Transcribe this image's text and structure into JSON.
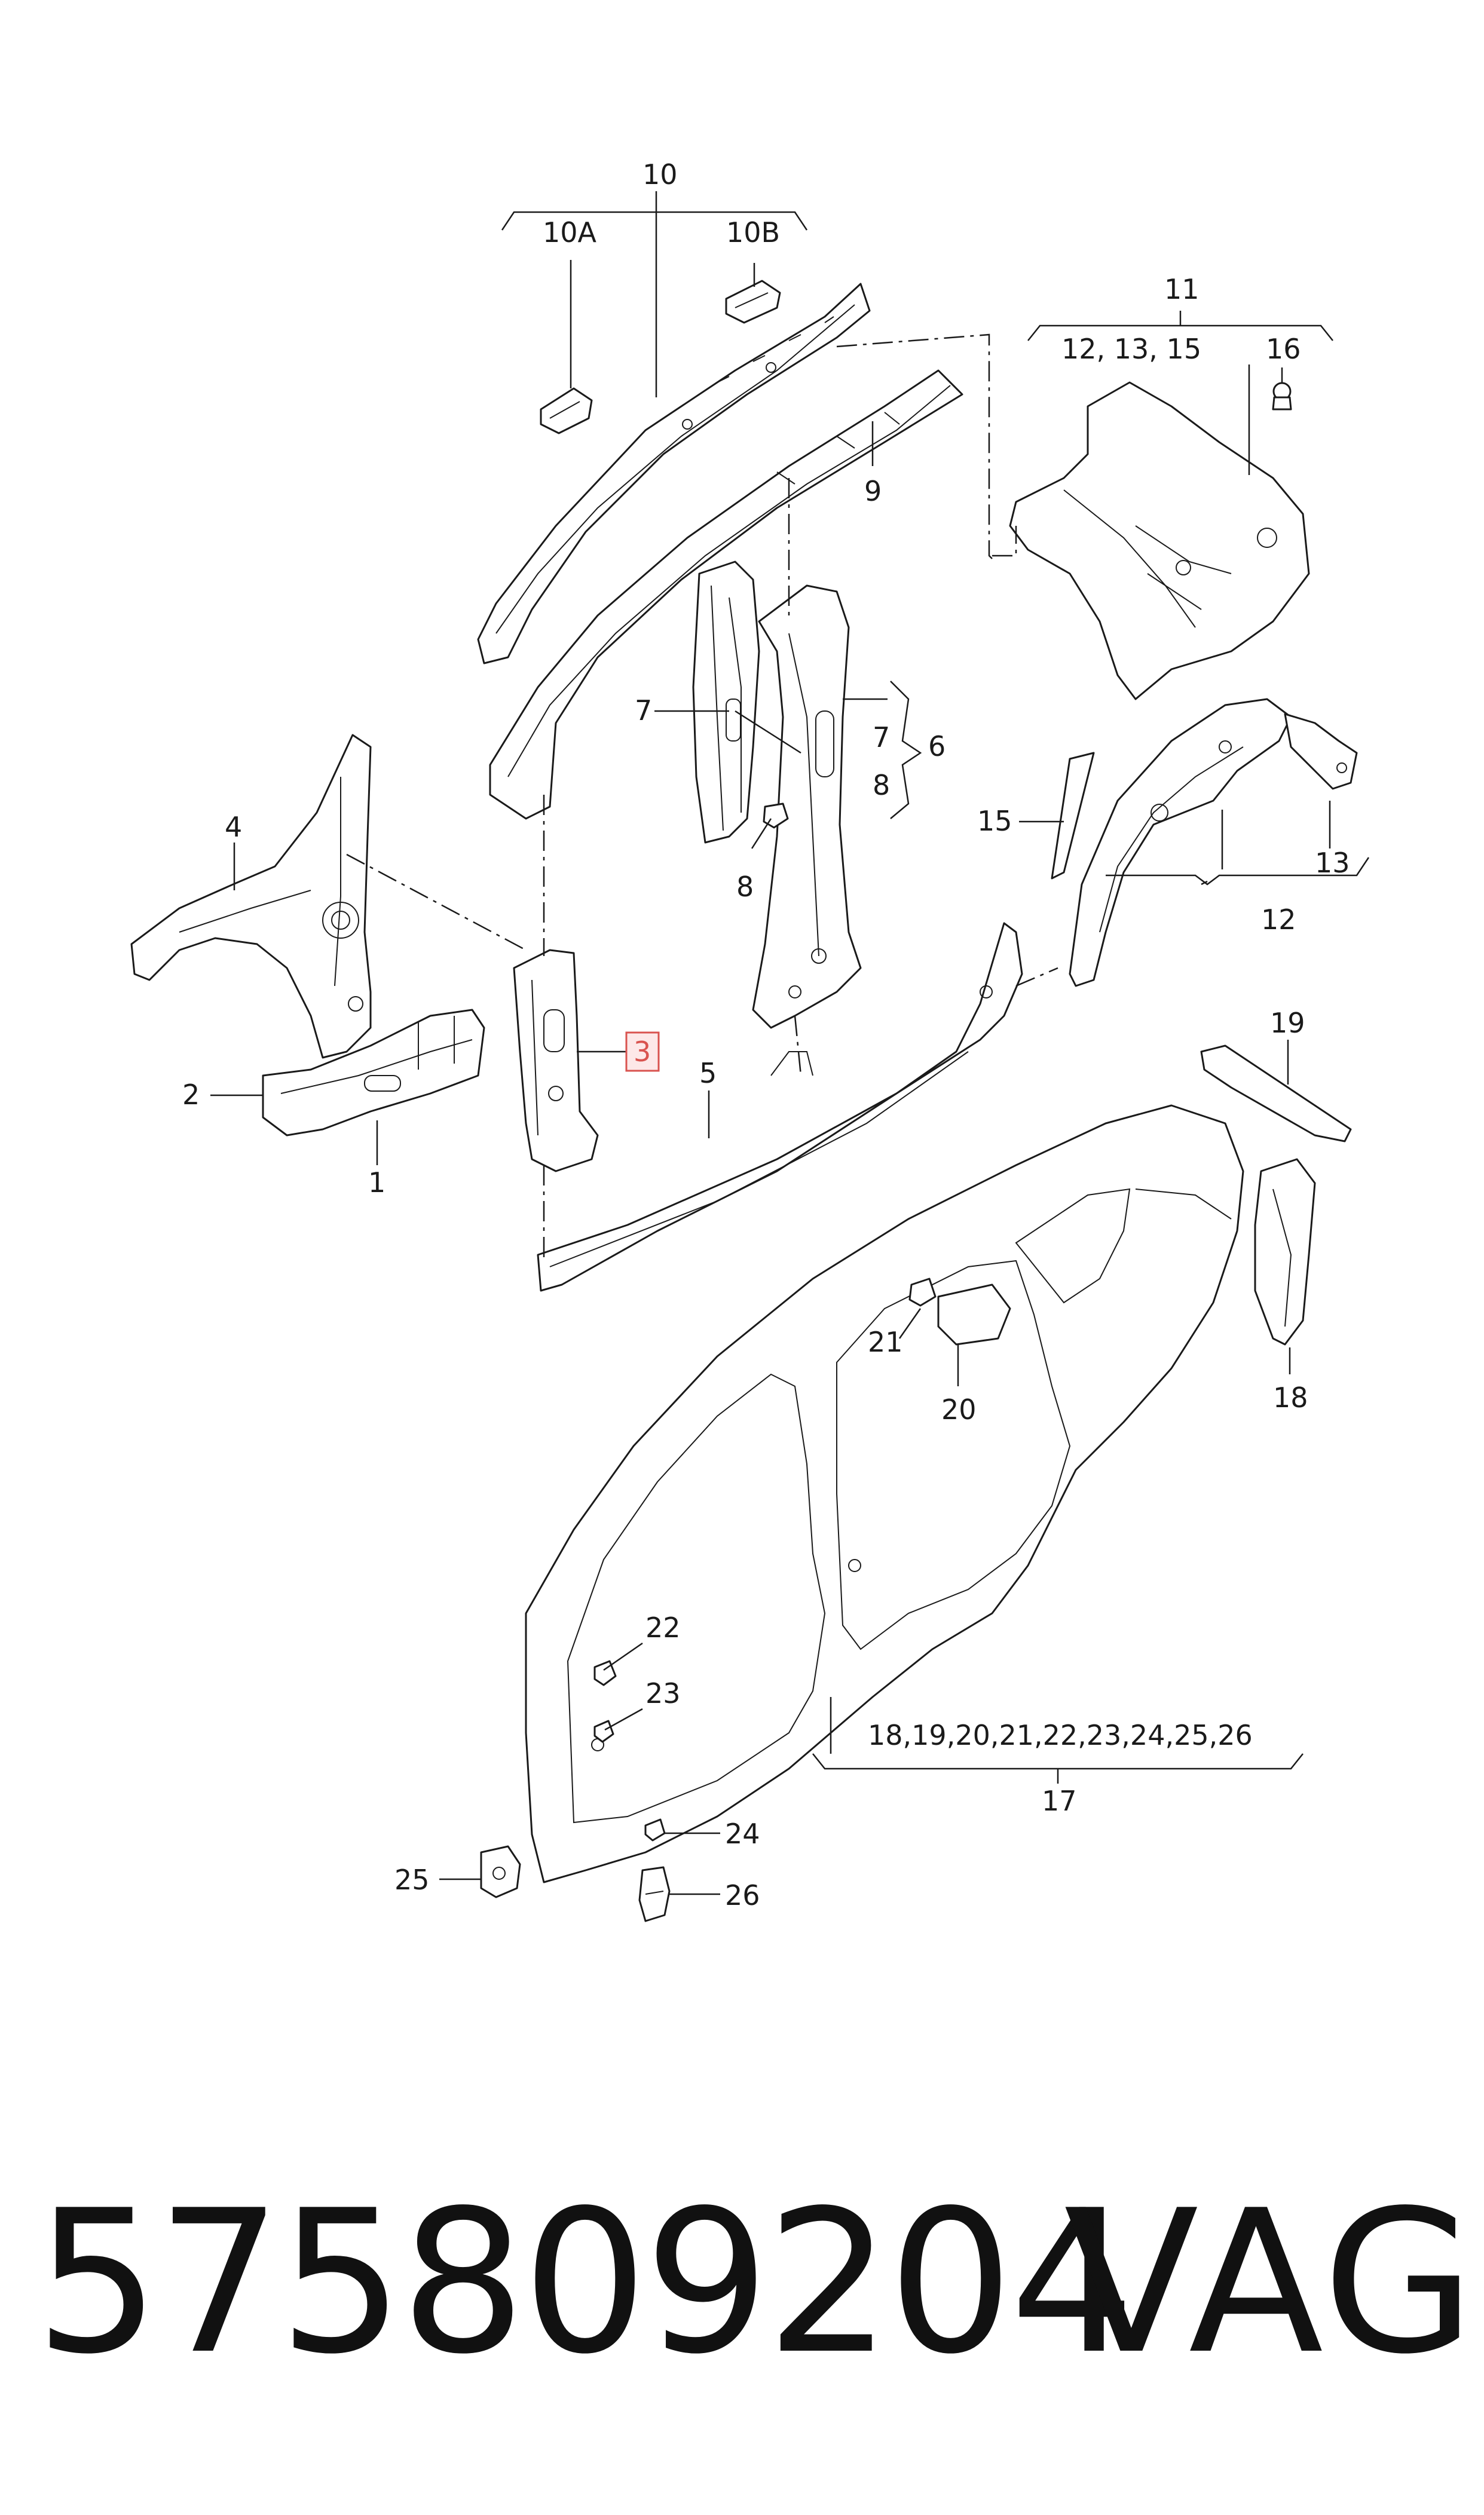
{
  "diagram": {
    "callouts": [
      {
        "id": "c10",
        "text": "10"
      },
      {
        "id": "c10a",
        "text": "10A"
      },
      {
        "id": "c10b",
        "text": "10B"
      },
      {
        "id": "c9",
        "text": "9"
      },
      {
        "id": "c11",
        "text": "11"
      },
      {
        "id": "c12_13_15",
        "text": "12, 13, 15"
      },
      {
        "id": "c16",
        "text": "16"
      },
      {
        "id": "c7a",
        "text": "7"
      },
      {
        "id": "c7b",
        "text": "7"
      },
      {
        "id": "c6",
        "text": "6"
      },
      {
        "id": "c8a",
        "text": "8"
      },
      {
        "id": "c8b",
        "text": "8"
      },
      {
        "id": "c4",
        "text": "4"
      },
      {
        "id": "c15",
        "text": "15"
      },
      {
        "id": "c13",
        "text": "13"
      },
      {
        "id": "c12",
        "text": "12"
      },
      {
        "id": "c3",
        "text": "3"
      },
      {
        "id": "c5",
        "text": "5"
      },
      {
        "id": "c2",
        "text": "2"
      },
      {
        "id": "c1",
        "text": "1"
      },
      {
        "id": "c19",
        "text": "19"
      },
      {
        "id": "c21",
        "text": "21"
      },
      {
        "id": "c20",
        "text": "20"
      },
      {
        "id": "c18",
        "text": "18"
      },
      {
        "id": "c22",
        "text": "22"
      },
      {
        "id": "c23",
        "text": "23"
      },
      {
        "id": "c18_26",
        "text": "18,19,20,21,22,23,24,25,26"
      },
      {
        "id": "c17",
        "text": "17"
      },
      {
        "id": "c24",
        "text": "24"
      },
      {
        "id": "c25",
        "text": "25"
      },
      {
        "id": "c26",
        "text": "26"
      }
    ],
    "highlighted_callout": "3",
    "highlight_color": "#d9534f",
    "line_color": "#1a1a1a"
  },
  "footer": {
    "part_number": "575809204",
    "brand": "VAG"
  }
}
